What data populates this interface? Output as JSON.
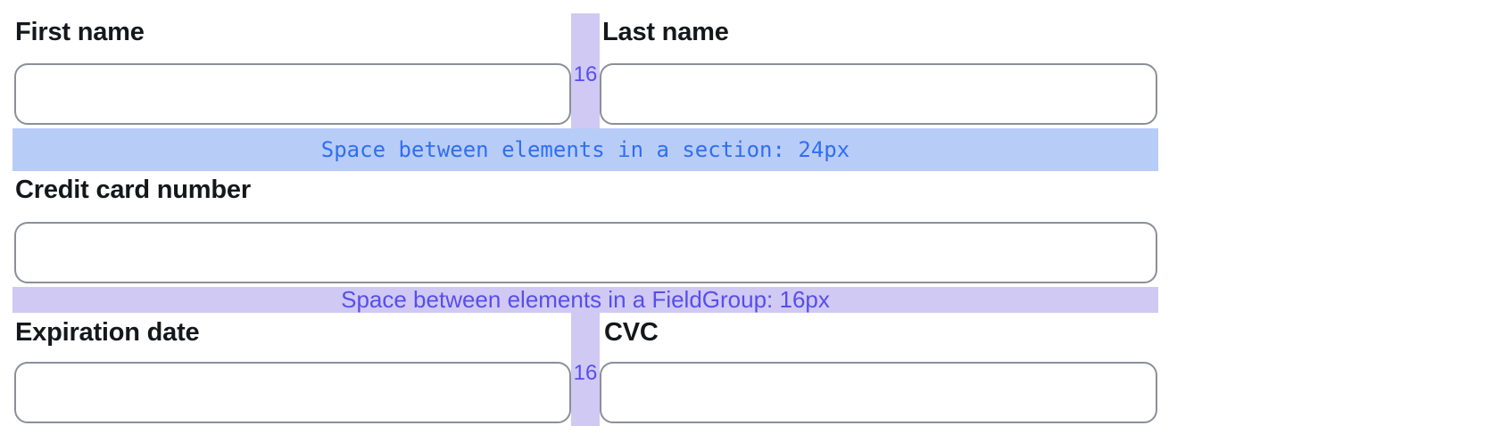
{
  "form": {
    "first_name_label": "First name",
    "last_name_label": "Last name",
    "card_number_label": "Credit card number",
    "expiration_label": "Expiration date",
    "cvc_label": "CVC",
    "first_name_value": "",
    "last_name_value": "",
    "card_number_value": "",
    "expiration_value": "",
    "cvc_value": ""
  },
  "annotations": {
    "section_gap_text": "Space between elements in a section: 24px",
    "fieldgroup_gap_text": "Space between elements in a FieldGroup: 16px",
    "column_gap_top": "16",
    "column_gap_bottom": "16"
  },
  "colors": {
    "section_band_bg": "#b8ccf8",
    "section_band_text": "#2f6ff0",
    "fieldgroup_band_bg": "#cfc9f4",
    "fieldgroup_band_text": "#584eec",
    "input_border": "#8b8f98",
    "label_text": "#15171a"
  }
}
